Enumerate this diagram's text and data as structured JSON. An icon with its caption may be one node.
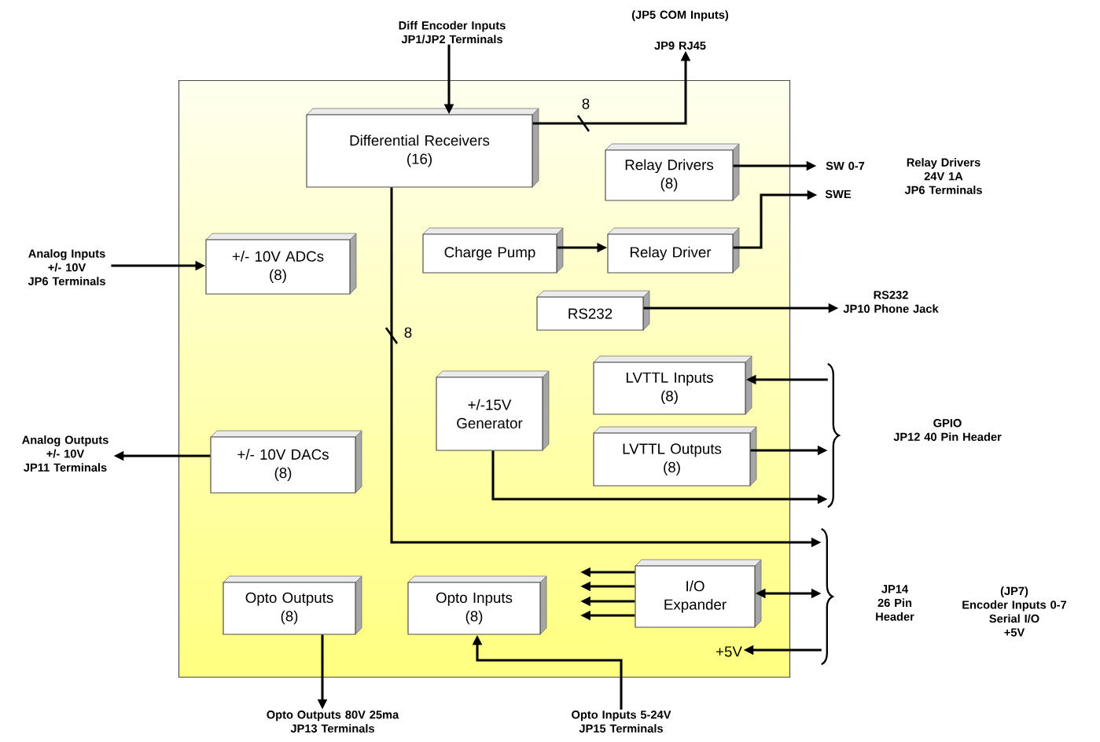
{
  "diagram": {
    "nodes": [
      {
        "text": [],
        "shape": "box"
      },
      {
        "text": [
          "Differential Receivers (16)"
        ],
        "in": 0
      },
      {
        "text": [
          "Relay Drivers (8)"
        ],
        "in": 0
      },
      {
        "text": [
          "Charge Pump"
        ],
        "in": 0
      },
      {
        "text": [
          "Relay Driver"
        ],
        "in": 0
      },
      {
        "text": [
          "+/- 10V ADCs (8)"
        ],
        "in": 0
      },
      {
        "text": [
          "RS232"
        ],
        "in": 0
      },
      {
        "text": [
          "+/-15V Generator"
        ],
        "in": 0
      },
      {
        "text": [
          "LVTTL Inputs (8)"
        ],
        "in": 0
      },
      {
        "text": [
          "LVTTL Outputs (8)"
        ],
        "in": 0
      },
      {
        "text": [
          "+/- 10V DACs (8)"
        ],
        "in": 0
      },
      {
        "text": [
          "Opto Outputs (8)"
        ],
        "in": 0
      },
      {
        "text": [
          "Opto Inputs (8)"
        ],
        "in": 0
      },
      {
        "text": [
          "I/O Expander"
        ],
        "in": 0
      },
      {
        "text": [
          "Diff Encoder Inputs JP1/JP2 Terminals"
        ]
      },
      {
        "text": [
          "JP9 RJ45"
        ]
      },
      {
        "text": [
          "SW 0-7"
        ]
      },
      {
        "text": [
          "SWE"
        ]
      },
      {
        "text": [
          "Analog Inputs +/- 10V JP6 Terminals"
        ]
      },
      {
        "text": [
          "RS232 JP10 Phone Jack"
        ]
      },
      {
        "text": [
          "Analog Outputs +/- 10V JP11 Terminals"
        ]
      },
      {
        "text": [
          "Opto Outputs 80V 25ma JP13 Terminals"
        ]
      },
      {
        "text": [
          "Opto Inputs 5-24V JP15 Terminals"
        ]
      },
      {
        "text": [
          "+5V"
        ],
        "in": 0
      },
      {
        "text": [],
        "shape": "brace"
      },
      {
        "text": [],
        "shape": "brace"
      }
    ],
    "edges": [
      {
        "from": 14,
        "to": 1,
        "arrow": "to"
      },
      {
        "from": 1,
        "to": 15,
        "arrow": "to",
        "label": "8"
      },
      {
        "from": 2,
        "to": 16,
        "arrow": "to"
      },
      {
        "from": 4,
        "to": 17,
        "arrow": "to"
      },
      {
        "from": 3,
        "to": 4,
        "arrow": "to"
      },
      {
        "from": 18,
        "to": 5,
        "arrow": "to"
      },
      {
        "from": 6,
        "to": 19,
        "arrow": "to"
      },
      {
        "from": 24,
        "to": 8,
        "arrow": "to"
      },
      {
        "from": 9,
        "to": 24,
        "arrow": "to"
      },
      {
        "from": 7,
        "to": 24,
        "arrow": "to"
      },
      {
        "from": 1,
        "to": 25,
        "arrow": "to",
        "label": "8"
      },
      {
        "from": 13,
        "to": 25,
        "arrow": "both"
      },
      {
        "from": 25,
        "to": 23,
        "arrow": "to"
      },
      {
        "from": 13,
        "to": null,
        "arrow": "to"
      },
      {
        "from": 13,
        "to": null,
        "arrow": "to"
      },
      {
        "from": 13,
        "to": null,
        "arrow": "to"
      },
      {
        "from": 13,
        "to": null,
        "arrow": "to"
      },
      {
        "from": 10,
        "to": 20,
        "arrow": "to"
      },
      {
        "from": 11,
        "to": 21,
        "arrow": "to"
      },
      {
        "from": 22,
        "to": 12,
        "arrow": "to"
      }
    ],
    "labels": [
      "(JP5 COM Inputs)",
      "Relay Drivers 24V 1A JP6 Terminals",
      "GPIO JP12 40 Pin Header",
      "JP14 26 Pin Header",
      "(JP7) Encoder Inputs 0-7 Serial I/O +5V"
    ]
  }
}
